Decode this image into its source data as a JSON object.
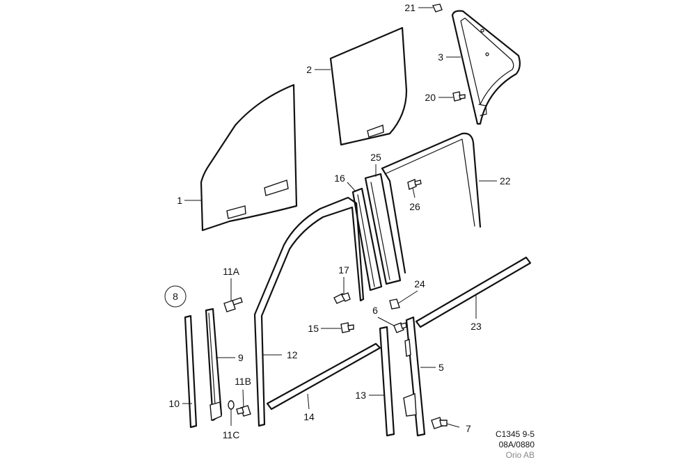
{
  "callouts": {
    "c1": "1",
    "c2": "2",
    "c3": "3",
    "c5": "5",
    "c6": "6",
    "c7": "7",
    "c8": "8",
    "c9": "9",
    "c10": "10",
    "c11a": "11A",
    "c11b": "11B",
    "c11c": "11C",
    "c12": "12",
    "c13": "13",
    "c14": "14",
    "c15": "15",
    "c16": "16",
    "c17": "17",
    "c20": "20",
    "c21": "21",
    "c22": "22",
    "c23": "23",
    "c24": "24",
    "c25": "25",
    "c26": "26"
  },
  "footer": {
    "code": "C1345 9-5",
    "revision": "08A/0880",
    "company": "Orio AB"
  }
}
